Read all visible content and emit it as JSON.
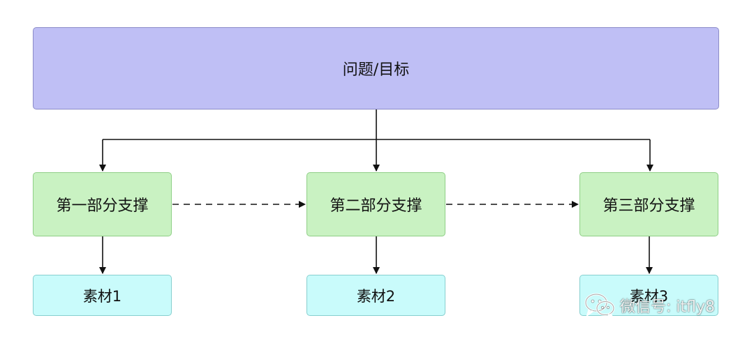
{
  "diagram": {
    "goal": {
      "label": "问题/目标"
    },
    "supports": [
      {
        "label": "第一部分支撑"
      },
      {
        "label": "第二部分支撑"
      },
      {
        "label": "第三部分支撑"
      }
    ],
    "materials": [
      {
        "label": "素材1"
      },
      {
        "label": "素材2"
      },
      {
        "label": "素材3"
      }
    ]
  },
  "watermark": {
    "text": "微信号: itfly8",
    "icon": "wechat-logo-icon"
  },
  "colors": {
    "goal_fill": "#bfbff5",
    "support_fill": "#c9f2c2",
    "material_fill": "#c9fbfb",
    "line": "#111111"
  }
}
